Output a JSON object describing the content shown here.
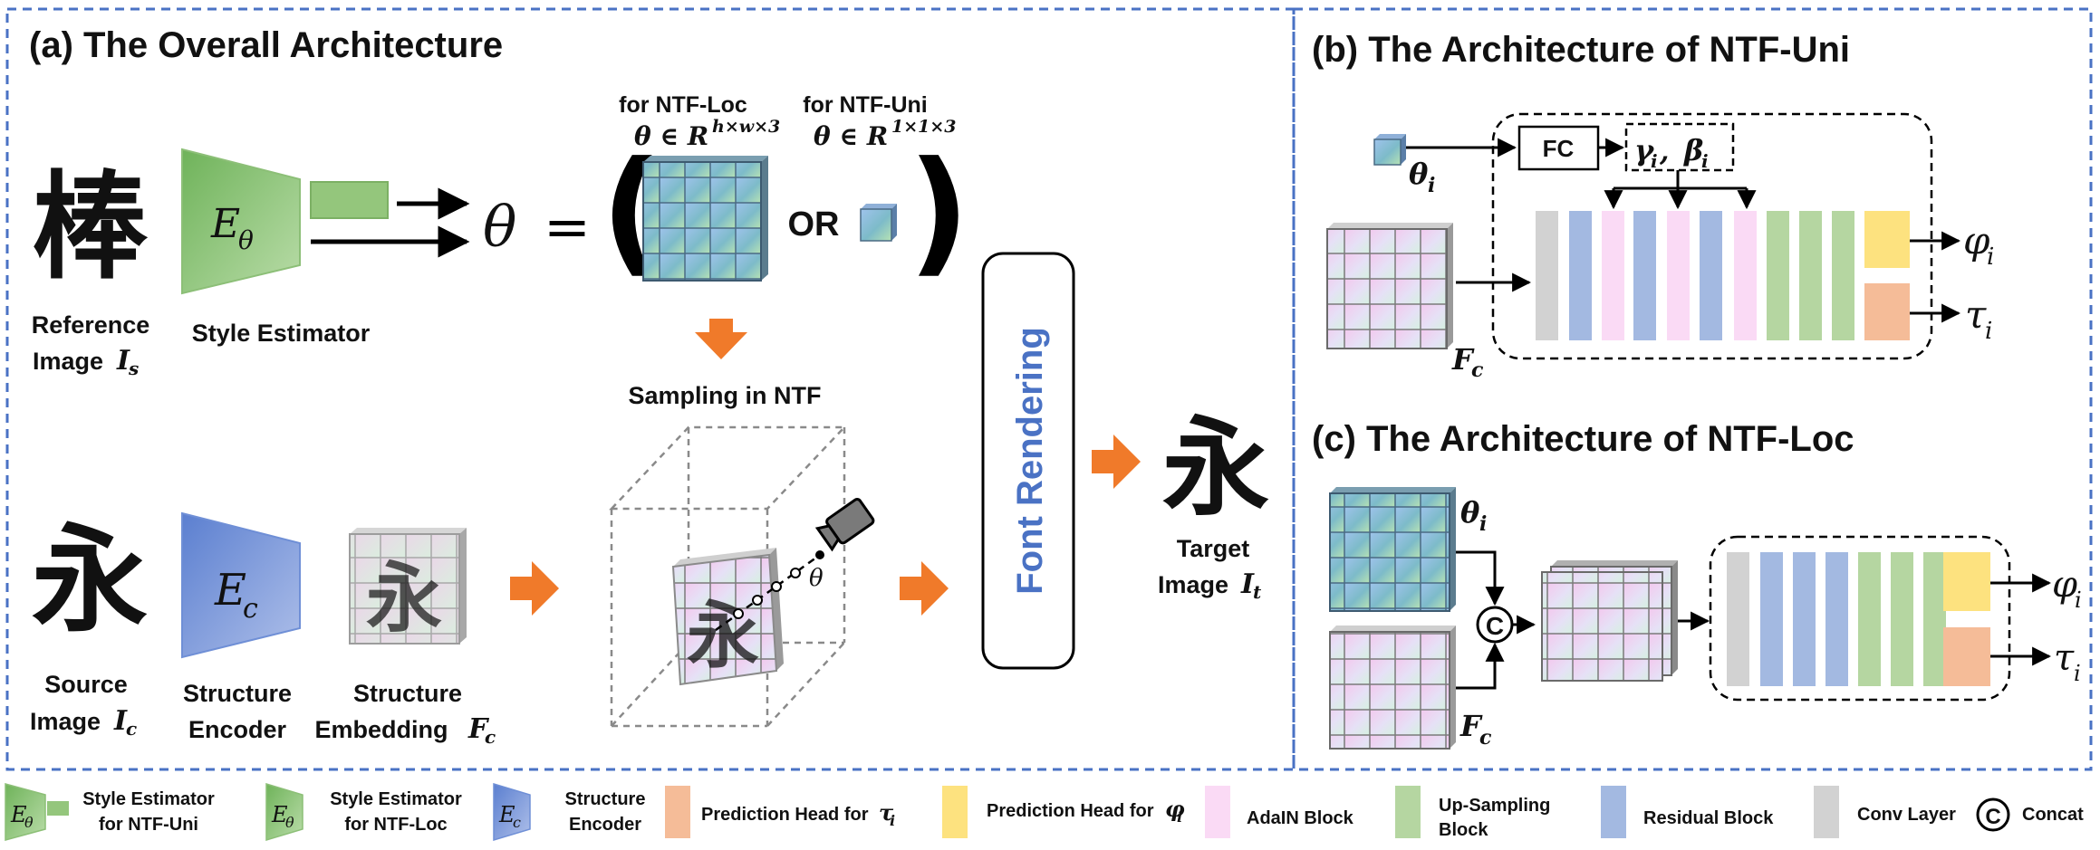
{
  "panels": {
    "a": {
      "title": "(a) The Overall Architecture",
      "reference_char": "棒",
      "reference_label_1": "Reference",
      "reference_label_2": "Image",
      "reference_symbol": "I",
      "reference_sub": "s",
      "style_estimator_symbol": "E",
      "style_estimator_sub": "θ",
      "style_estimator_label": "Style Estimator",
      "theta": "θ",
      "equals": "=",
      "paren_open": "(",
      "paren_close": ")",
      "or_label": "OR",
      "loc_header": "for NTF-Loc",
      "loc_formula": "θ ∈ R",
      "loc_exp": "h×w×3",
      "uni_header": "for NTF-Uni",
      "uni_formula": "θ ∈ R",
      "uni_exp": "1×1×3",
      "sampling_label": "Sampling in NTF",
      "sampling_theta": "θ",
      "source_char": "永",
      "source_label_1": "Source",
      "source_label_2": "Image",
      "source_symbol": "I",
      "source_sub": "c",
      "structure_encoder_symbol": "E",
      "structure_encoder_sub": "c",
      "structure_encoder_label_1": "Structure",
      "structure_encoder_label_2": "Encoder",
      "embedding_label_1": "Structure",
      "embedding_label_2": "Embedding",
      "embedding_symbol": "F",
      "embedding_sub": "c",
      "font_rendering": "Font Rendering",
      "target_char": "永",
      "target_label_1": "Target",
      "target_label_2": "Image",
      "target_symbol": "I",
      "target_sub": "t"
    },
    "b": {
      "title": "(b) The Architecture of NTF-Uni",
      "fc_label": "FC",
      "gamma": "γ",
      "gamma_sub": "i",
      "beta": "β",
      "beta_sub": "i",
      "theta_symbol": "θ",
      "theta_sub": "i",
      "f_symbol": "F",
      "f_sub": "c",
      "phi": "φ",
      "phi_sub": "i",
      "tau": "τ",
      "tau_sub": "i",
      "comma": ","
    },
    "c": {
      "title": "(c) The Architecture of NTF-Loc",
      "theta_symbol": "θ",
      "theta_sub": "i",
      "f_symbol": "F",
      "f_sub": "c",
      "concat_symbol": "C",
      "phi": "φ",
      "phi_sub": "i",
      "tau": "τ",
      "tau_sub": "i"
    }
  },
  "legend": {
    "style_uni_1": "Style Estimator",
    "style_uni_2": "for NTF-Uni",
    "style_loc_1": "Style Estimator",
    "style_loc_2": "for NTF-Loc",
    "struct_1": "Structure",
    "struct_2": "Encoder",
    "pred_tau": "Prediction Head for",
    "pred_tau_sym": "τ",
    "pred_tau_sub": "i",
    "pred_phi": "Prediction Head for",
    "pred_phi_sym": "φ",
    "pred_phi_sub": "i",
    "adain": "AdaIN Block",
    "upsampling_1": "Up-Sampling",
    "upsampling_2": "Block",
    "residual": "Residual Block",
    "conv": "Conv Layer",
    "concat_symbol": "C",
    "concat": "Concat",
    "est_symbol": "E",
    "est_sub": "θ",
    "enc_symbol": "E",
    "enc_sub": "c"
  },
  "colors": {
    "border_dash": "#4a72c4",
    "style_green": "#8fc379",
    "structure_blue": "#6f8fd6",
    "arrow_orange": "#f07a2a",
    "residual_blue": "#a3b9e1",
    "adain_pink": "#fadaf5",
    "upsampling_green": "#b5d6a1",
    "conv_gray": "#d2d2d2",
    "head_phi_yellow": "#fde27f",
    "head_tau_orange": "#f5bc98",
    "font_rendering_blue": "#4a72c4"
  }
}
